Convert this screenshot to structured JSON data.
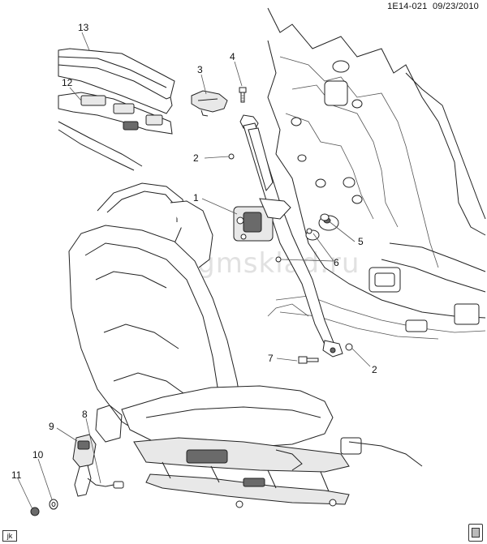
{
  "header": {
    "doc_id": "1E14-021",
    "date": "09/23/2010"
  },
  "watermark": "www.gmsklad.ru",
  "footer": {
    "corner_tag": "jk",
    "logo_icon": "manual-book-icon"
  },
  "callouts": [
    {
      "id": "c1",
      "label": "1"
    },
    {
      "id": "c2a",
      "label": "2"
    },
    {
      "id": "c2b",
      "label": "2"
    },
    {
      "id": "c3",
      "label": "3"
    },
    {
      "id": "c4",
      "label": "4"
    },
    {
      "id": "c5",
      "label": "5"
    },
    {
      "id": "c6",
      "label": "6"
    },
    {
      "id": "c7",
      "label": "7"
    },
    {
      "id": "c8",
      "label": "8"
    },
    {
      "id": "c9",
      "label": "9"
    },
    {
      "id": "c10",
      "label": "10"
    },
    {
      "id": "c11",
      "label": "11"
    },
    {
      "id": "c12",
      "label": "12"
    },
    {
      "id": "c13",
      "label": "13"
    }
  ]
}
